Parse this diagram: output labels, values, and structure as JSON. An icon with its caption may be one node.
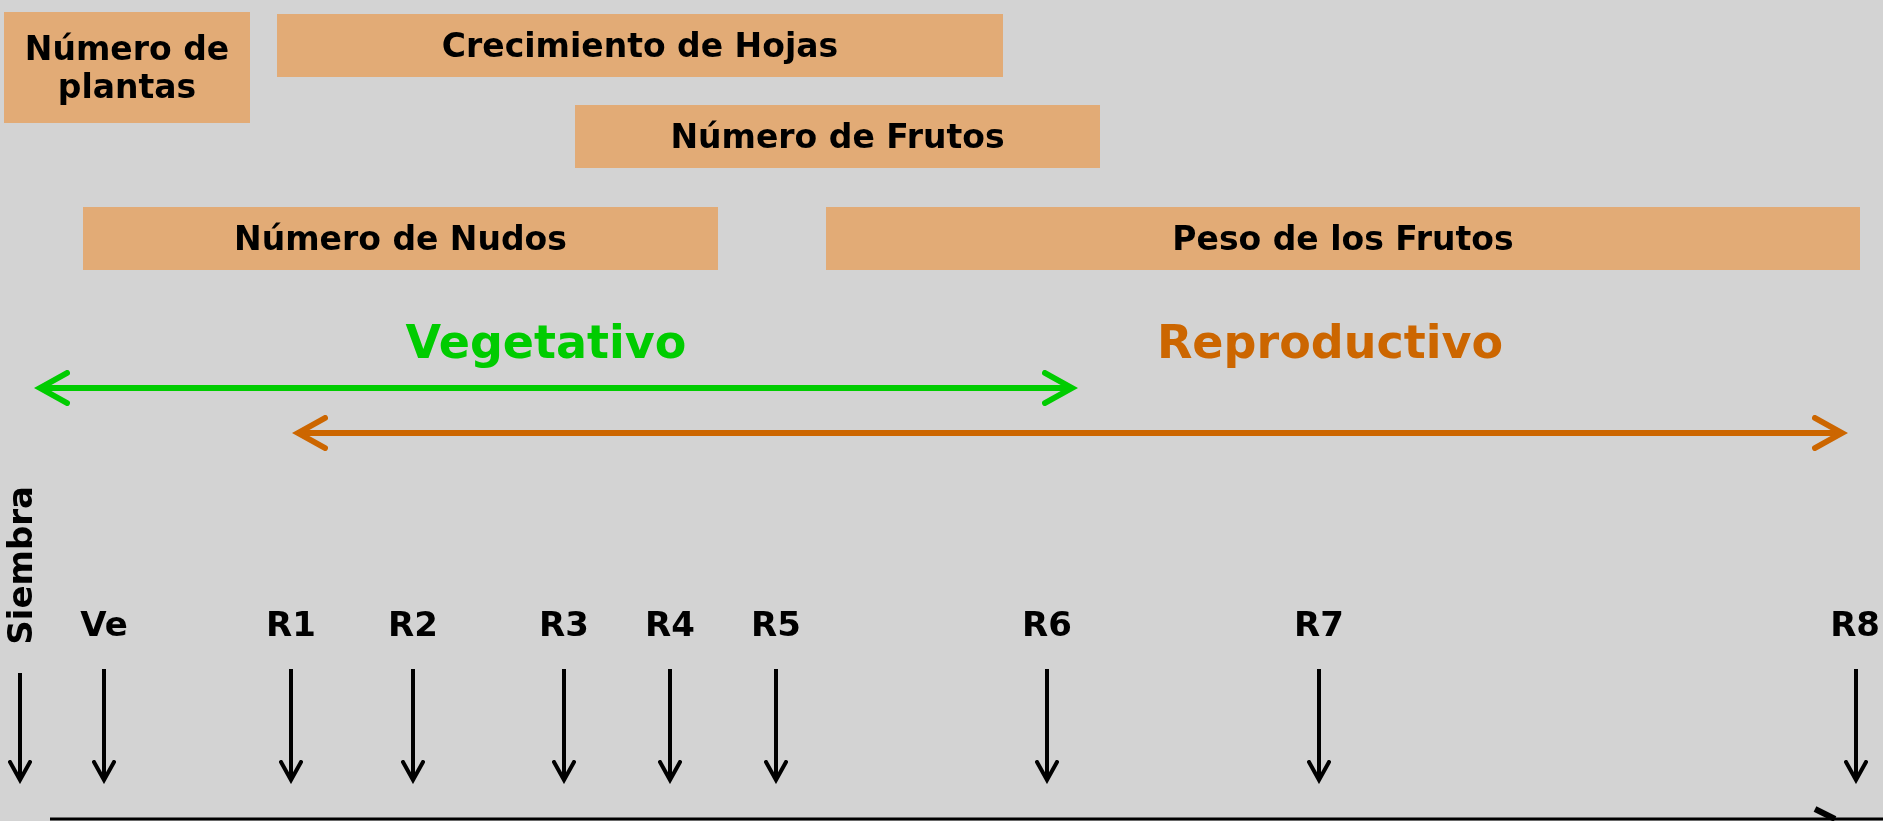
{
  "diagram": {
    "nodes": [
      {
        "text": [
          "Número de plantas"
        ]
      },
      {
        "text": [
          "Crecimiento de Hojas"
        ]
      },
      {
        "text": [
          "Número de Frutos"
        ]
      },
      {
        "text": [
          "Número de Nudos"
        ]
      },
      {
        "text": [
          "Peso de los Frutos"
        ]
      },
      {
        "text": [
          "Siembra"
        ]
      },
      {
        "text": [
          "Ve"
        ]
      },
      {
        "text": [
          "R1"
        ]
      },
      {
        "text": [
          "R2"
        ]
      },
      {
        "text": [
          "R3"
        ]
      },
      {
        "text": [
          "R4"
        ]
      },
      {
        "text": [
          "R5"
        ]
      },
      {
        "text": [
          "R6"
        ]
      },
      {
        "text": [
          "R7"
        ]
      },
      {
        "text": [
          "R8"
        ]
      }
    ],
    "edges": [
      {
        "from": 5,
        "to": null,
        "arrow": "to"
      },
      {
        "from": 6,
        "to": null,
        "arrow": "to"
      },
      {
        "from": 7,
        "to": null,
        "arrow": "to"
      },
      {
        "from": 8,
        "to": null,
        "arrow": "to"
      },
      {
        "from": 9,
        "to": null,
        "arrow": "to"
      },
      {
        "from": 10,
        "to": null,
        "arrow": "to"
      },
      {
        "from": 11,
        "to": null,
        "arrow": "to"
      },
      {
        "from": 12,
        "to": null,
        "arrow": "to"
      },
      {
        "from": 13,
        "to": null,
        "arrow": "to"
      },
      {
        "from": 14,
        "to": null,
        "arrow": "to"
      }
    ],
    "labels": [
      "Vegetativo",
      "Reproductivo"
    ]
  }
}
